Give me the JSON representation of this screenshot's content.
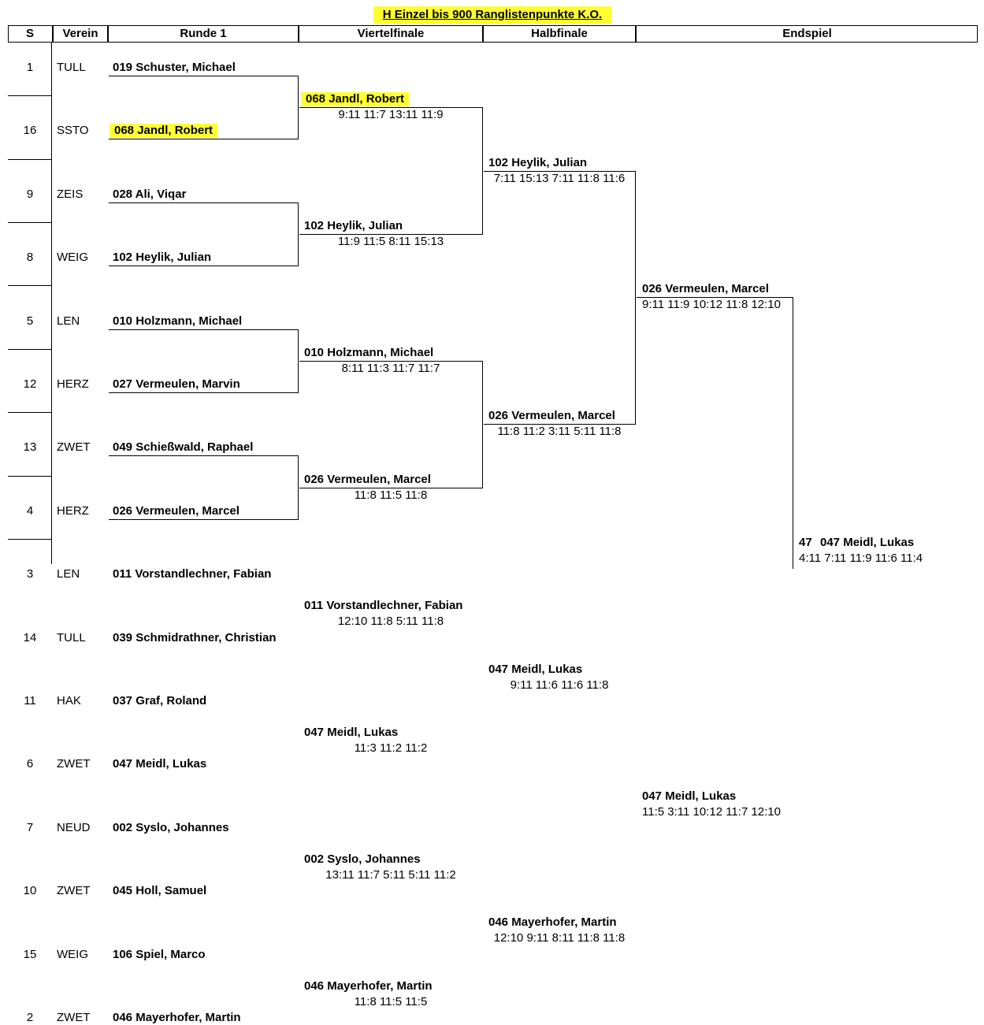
{
  "title": "H Einzel bis 900 Ranglistenpunkte K.O.",
  "columns": {
    "seed": "S",
    "club": "Verein",
    "round1": "Runde 1",
    "quarterfinal": "Viertelfinale",
    "semifinal": "Halbfinale",
    "final": "Endspiel"
  },
  "entries": [
    {
      "seed": "1",
      "club": "TULL",
      "player": "019 Schuster, Michael"
    },
    {
      "seed": "16",
      "club": "SSTO",
      "player": "068 Jandl, Robert"
    },
    {
      "seed": "9",
      "club": "ZEIS",
      "player": "028 Ali, Viqar"
    },
    {
      "seed": "8",
      "club": "WEIG",
      "player": "102 Heylik, Julian"
    },
    {
      "seed": "5",
      "club": "LEN",
      "player": "010 Holzmann, Michael"
    },
    {
      "seed": "12",
      "club": "HERZ",
      "player": "027 Vermeulen, Marvin"
    },
    {
      "seed": "13",
      "club": "ZWET",
      "player": "049 Schießwald, Raphael"
    },
    {
      "seed": "4",
      "club": "HERZ",
      "player": "026 Vermeulen, Marcel"
    },
    {
      "seed": "3",
      "club": "LEN",
      "player": "011 Vorstandlechner, Fabian"
    },
    {
      "seed": "14",
      "club": "TULL",
      "player": "039 Schmidrathner, Christian"
    },
    {
      "seed": "11",
      "club": "HAK",
      "player": "037 Graf, Roland"
    },
    {
      "seed": "6",
      "club": "ZWET",
      "player": "047 Meidl, Lukas"
    },
    {
      "seed": "7",
      "club": "NEUD",
      "player": "002 Syslo, Johannes"
    },
    {
      "seed": "10",
      "club": "ZWET",
      "player": "045 Holl, Samuel"
    },
    {
      "seed": "15",
      "club": "WEIG",
      "player": "106 Spiel, Marco"
    },
    {
      "seed": "2",
      "club": "ZWET",
      "player": "046 Mayerhofer, Martin"
    }
  ],
  "quarterfinal": [
    {
      "winner": "068 Jandl, Robert",
      "score": "9:11 11:7 13:11 11:9"
    },
    {
      "winner": "102 Heylik, Julian",
      "score": "11:9 11:5 8:11 15:13"
    },
    {
      "winner": "010 Holzmann, Michael",
      "score": "8:11 11:3 11:7 11:7"
    },
    {
      "winner": "026 Vermeulen, Marcel",
      "score": "11:8 11:5 11:8"
    },
    {
      "winner": "011 Vorstandlechner, Fabian",
      "score": "12:10 11:8 5:11 11:8"
    },
    {
      "winner": "047 Meidl, Lukas",
      "score": "11:3 11:2 11:2"
    },
    {
      "winner": "002 Syslo, Johannes",
      "score": "13:11 11:7 5:11 5:11 11:2"
    },
    {
      "winner": "046 Mayerhofer, Martin",
      "score": "11:8 11:5 11:5"
    }
  ],
  "semifinal": [
    {
      "winner": "102 Heylik, Julian",
      "score": "7:11 15:13 7:11 11:8 11:6"
    },
    {
      "winner": "026 Vermeulen, Marcel",
      "score": "11:8 11:2 3:11 5:11 11:8"
    },
    {
      "winner": "047 Meidl, Lukas",
      "score": "9:11 11:6 11:6 11:8"
    },
    {
      "winner": "046 Mayerhofer, Martin",
      "score": "12:10 9:11 8:11 11:8 11:8"
    }
  ],
  "final_round": [
    {
      "winner": "026 Vermeulen, Marcel",
      "score": "9:11 11:9 10:12 11:8 12:10"
    },
    {
      "winner": "047 Meidl, Lukas",
      "score": "11:5 3:11 10:12 11:7 12:10"
    }
  ],
  "champion": {
    "number": "47",
    "name": "047 Meidl, Lukas",
    "score": "4:11 7:11 11:9 11:6 11:4"
  },
  "highlight_color": "#ffff33"
}
